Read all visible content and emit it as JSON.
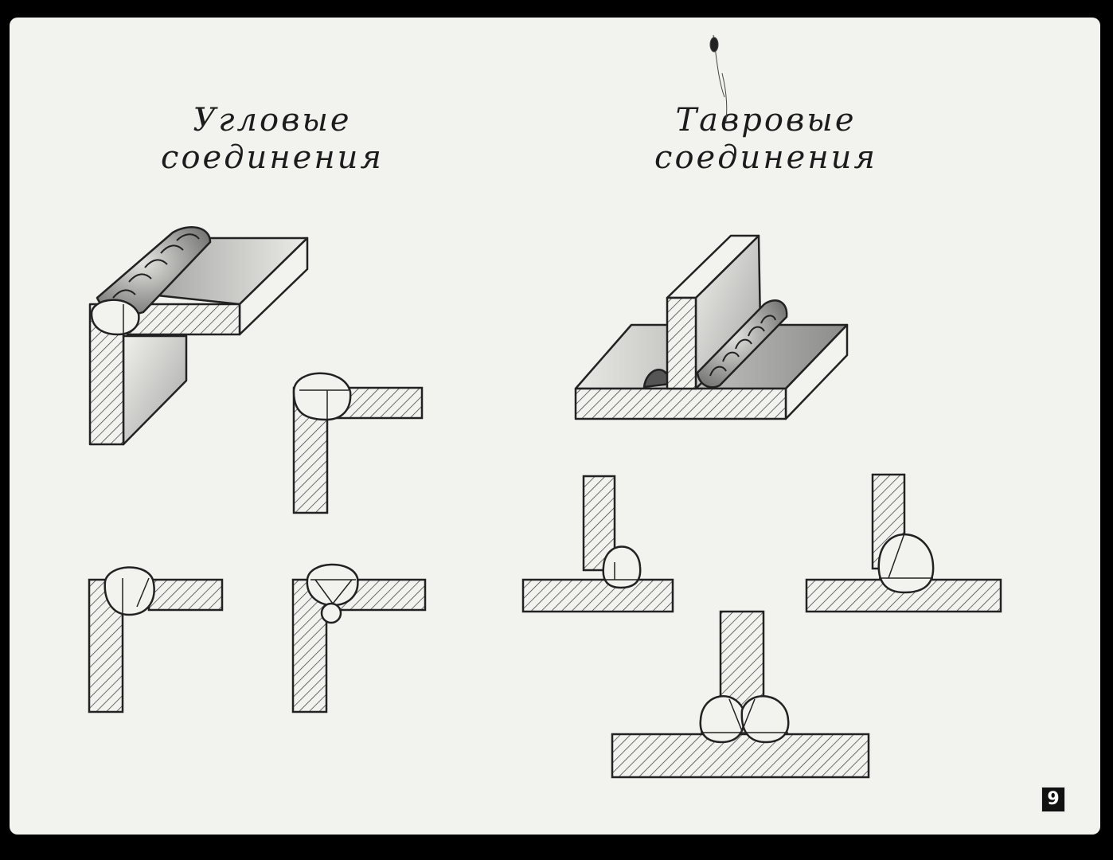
{
  "slide": {
    "left_title": {
      "line1": "Угловые",
      "line2": "соединения"
    },
    "right_title": {
      "line1": "Тавровые",
      "line2": "соединения"
    },
    "page_number": "9"
  },
  "figures": {
    "corner_joints": [
      "corner-joint-3d",
      "corner-joint-section-single",
      "corner-joint-section-double",
      "corner-joint-section-backing"
    ],
    "tee_joints": [
      "tee-joint-3d",
      "tee-joint-section-small",
      "tee-joint-section-large",
      "tee-joint-section-double"
    ]
  }
}
